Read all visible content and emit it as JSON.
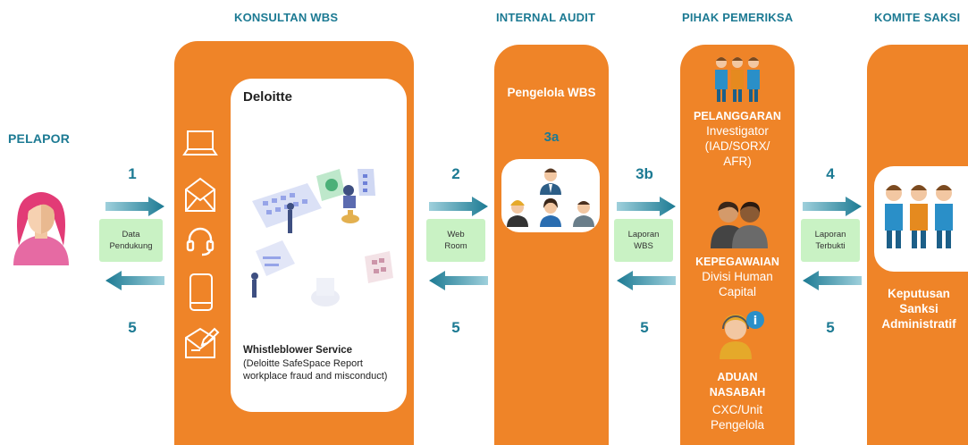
{
  "headers": {
    "konsultan": "KONSULTAN WBS",
    "internal": "INTERNAL AUDIT",
    "pihak": "PIHAK PEMERIKSA",
    "komite": "KOMITE SAKSI"
  },
  "pelapor": "PELAPOR",
  "steps": {
    "s1": "1",
    "s2": "2",
    "s3a": "3a",
    "s3b": "3b",
    "s4": "4",
    "s5": "5"
  },
  "pills": {
    "p1": [
      "Data",
      "Pendukung"
    ],
    "p2": [
      "Web",
      "Room"
    ],
    "p3": [
      "Laporan",
      "WBS"
    ],
    "p4": [
      "Laporan",
      "Terbukti"
    ]
  },
  "deloitte": {
    "brand": "Deloitte",
    "service_title": "Whistleblower Service",
    "service_desc": "(Deloitte SafeSpace Report workplace fraud and misconduct)"
  },
  "internal_audit": {
    "title": "Pengelola WBS"
  },
  "pemeriksa": {
    "g1_title": "PELANGGARAN",
    "g1_desc": "Investigator (IAD/SORX/ AFR)",
    "g2_title": "KEPEGAWAIAN",
    "g2_desc": "Divisi Human Capital",
    "g3_title": "ADUAN NASABAH",
    "g3_desc": "CXC/Unit Pengelola"
  },
  "komite": {
    "decision": "Keputusan Sanksi Administratif"
  },
  "colors": {
    "orange": "#ef8428",
    "teal": "#1c7a93",
    "green": "#c9f2c4"
  },
  "icons": [
    "laptop-icon",
    "email-icon",
    "headset-icon",
    "tablet-icon",
    "compose-icon"
  ]
}
